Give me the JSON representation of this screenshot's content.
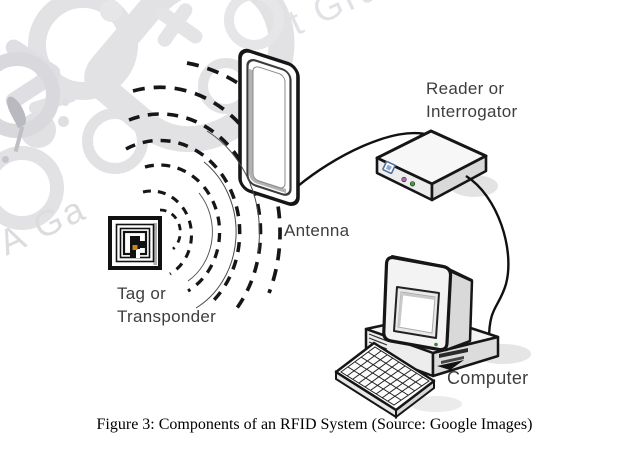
{
  "watermark": {
    "top_text": "t Gra",
    "left_text": "A Ga"
  },
  "figure": {
    "labels": {
      "reader_line1": "Reader or",
      "reader_line2": "Interrogator",
      "antenna": "Antenna",
      "tag_line1": "Tag or",
      "tag_line2": "Transponder",
      "computer": "Computer"
    },
    "colors": {
      "chip_orange": "#c8851f",
      "port_blue": "#8fa8cc",
      "port_purple": "#b06ab0",
      "port_green": "#3f9d3f",
      "led_green": "#2e8b2e"
    }
  },
  "caption": "Figure 3: Components of an RFID System (Source: Google Images)"
}
